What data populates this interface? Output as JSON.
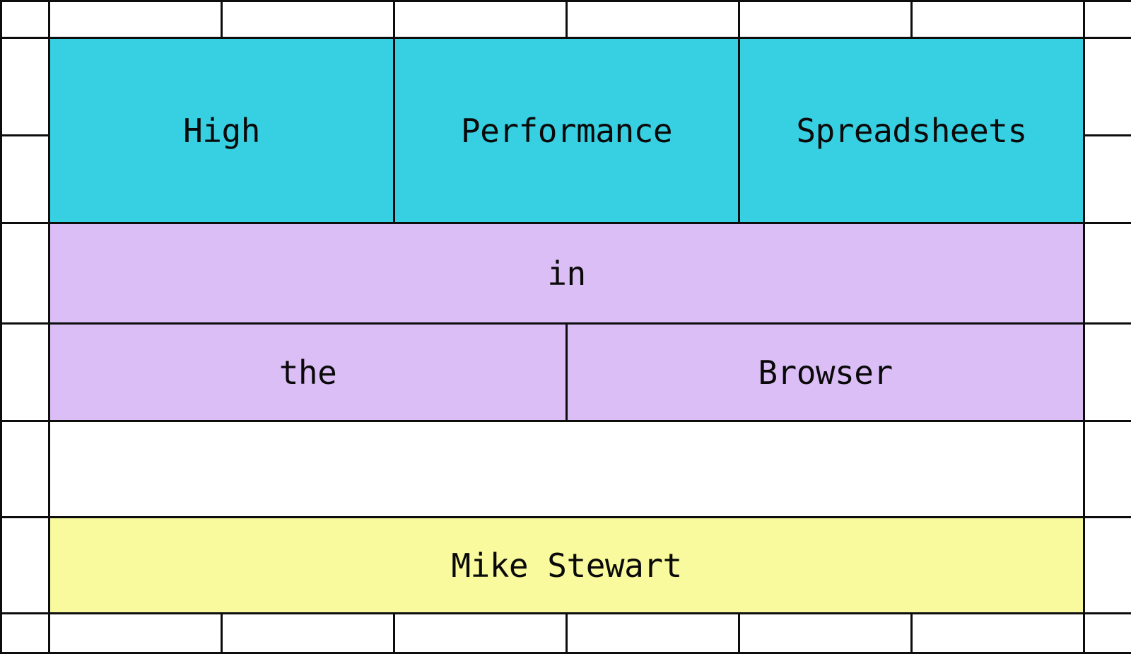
{
  "app": {
    "type": "spreadsheet-grid",
    "title_words": [
      "High",
      "Performance",
      "Spreadsheets",
      "in",
      "the",
      "Browser"
    ],
    "author": "Mike Stewart"
  },
  "colors": {
    "cyan": "#37d0e3",
    "purple": "#dcbef7",
    "yellow": "#f9f99e",
    "white": "#ffffff",
    "gridline": "#0d0d0d",
    "text": "#0a0a0a"
  },
  "grid": {
    "columns_x": [
      0,
      68,
      312,
      556,
      800,
      1044,
      1288,
      1532,
      1600
    ],
    "rows_y": [
      0,
      52,
      190,
      314,
      456,
      594,
      730,
      866,
      922
    ],
    "column_count": 8,
    "row_count": 8
  },
  "cells": {
    "r1": {
      "c0": "",
      "c1": "",
      "c2": "",
      "c3": "",
      "c4": "",
      "c5": "",
      "c6": "",
      "c7": ""
    },
    "band_cyan": {
      "left_spacer": "",
      "high": "High",
      "performance": "Performance",
      "spreadsheets": "Spreadsheets",
      "right_spacer": ""
    },
    "band_in": {
      "left_spacer": "",
      "in": "in",
      "right_spacer": ""
    },
    "band_the_browser": {
      "left_spacer": "",
      "the": "the",
      "browser": "Browser",
      "right_spacer": ""
    },
    "band_gap": {
      "left_spacer": "",
      "empty": "",
      "right_spacer": ""
    },
    "band_author": {
      "left_spacer": "",
      "author": "Mike Stewart",
      "right_spacer": ""
    },
    "r8": {
      "c0": "",
      "c1": "",
      "c2": "",
      "c3": "",
      "c4": "",
      "c5": "",
      "c6": "",
      "c7": ""
    }
  }
}
